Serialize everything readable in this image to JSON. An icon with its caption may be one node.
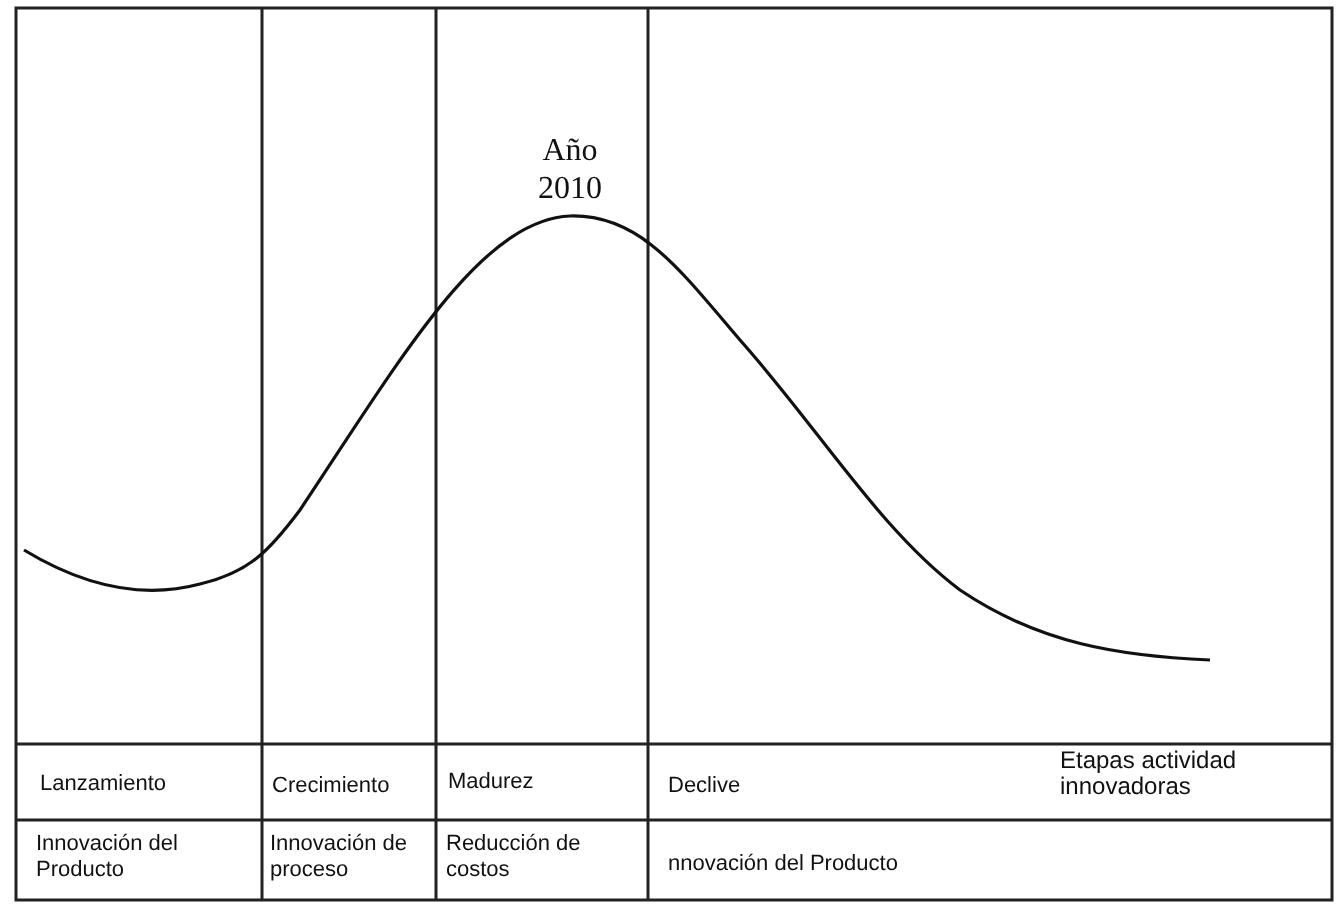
{
  "diagram": {
    "labels": [
      "Año 2010",
      "Lanzamiento",
      "Crecimiento",
      "Madurez",
      "Declive",
      "Etapas actividad innovadoras",
      "Innovación del Producto",
      "Innovación de proceso",
      "Reducción de costos",
      "nnovación del Producto"
    ]
  }
}
